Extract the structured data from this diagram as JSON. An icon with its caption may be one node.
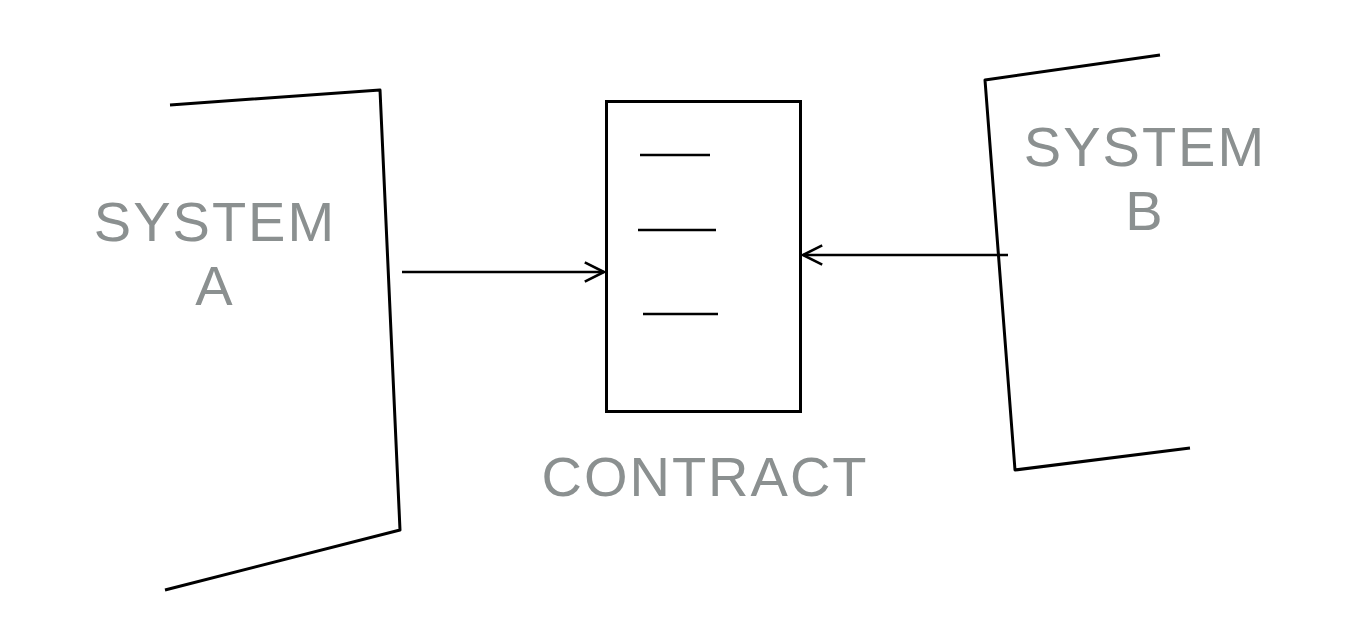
{
  "diagram": {
    "nodes": [
      {
        "text": [
          "SYSTEM A"
        ]
      },
      {
        "text": [
          "CONTRACT"
        ]
      },
      {
        "text": [
          "SYSTEM B"
        ]
      }
    ],
    "edges": [
      {
        "from": 0,
        "to": 1,
        "arrow": "to"
      },
      {
        "from": 2,
        "to": 1,
        "arrow": "to"
      }
    ]
  }
}
